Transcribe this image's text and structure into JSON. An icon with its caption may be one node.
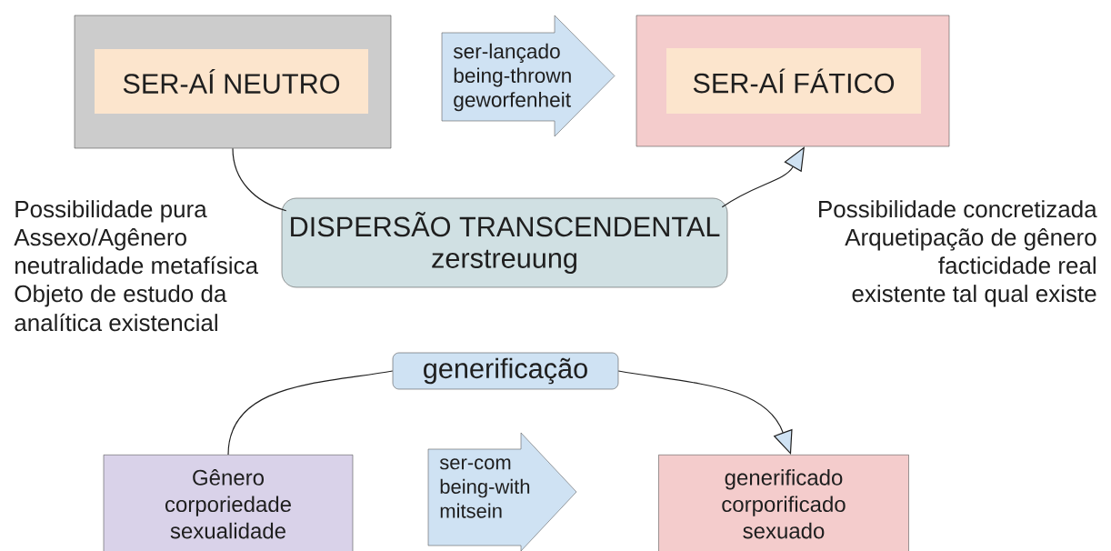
{
  "diagram": {
    "nodes": [
      {
        "text": [],
        "shape": "box"
      },
      {
        "text": [
          "SER-AÍ NEUTRO"
        ],
        "in": 0
      },
      {
        "text": [
          "ser-lançado being-thrown geworfenheit"
        ]
      },
      {
        "text": [],
        "shape": "box"
      },
      {
        "text": [
          "SER-AÍ FÁTICO"
        ],
        "in": 3
      },
      {
        "text": [
          "DISPERSÃO TRANSCENDENTAL",
          "zerstreuung"
        ]
      },
      {
        "text": [
          "generificação"
        ]
      },
      {
        "text": [
          "Gênero corporiedade sexualidade"
        ]
      },
      {
        "text": [
          "ser-com being-with mitsein"
        ]
      },
      {
        "text": [
          "generificado corporificado sexuado"
        ]
      }
    ],
    "edges": [
      {
        "from": 0,
        "to": 5,
        "arrow": "none"
      },
      {
        "from": 5,
        "to": 3,
        "arrow": "to"
      },
      {
        "from": 7,
        "to": 6,
        "arrow": "none"
      },
      {
        "from": 6,
        "to": 9,
        "arrow": "to"
      }
    ],
    "labels": [
      "Possibilidade pura",
      "Assexo/Agênero",
      "neutralidade metafísica",
      "Objeto de estudo da",
      "analítica existencial",
      "Possibilidade concretizada",
      "Arquetipação de gênero",
      "facticidade real",
      "existente tal qual existe"
    ]
  }
}
